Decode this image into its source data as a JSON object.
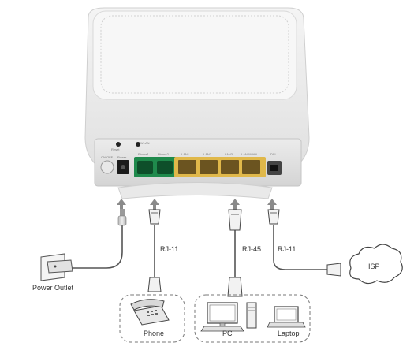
{
  "labels": {
    "power_outlet": "Power Outlet",
    "rj11_phone": "RJ-11",
    "rj45": "RJ-45",
    "rj11_dsl": "RJ-11",
    "isp": "ISP",
    "phone": "Phone",
    "pc": "PC",
    "laptop": "Laptop"
  },
  "router_ports": {
    "phone1": "Phone1",
    "phone2": "Phone2",
    "lan1": "LAN1",
    "lan2": "LAN2",
    "lan3": "LAN3",
    "lan4": "LAN4/WAN",
    "dsl": "DSL",
    "power": "Power",
    "on_off": "ON/OFF",
    "reset": "Reset",
    "wps": "WLAN"
  },
  "colors": {
    "phone_port": "#1f8a4c",
    "lan_port": "#e0b84a",
    "dsl_port": "#444444",
    "cable": "#555555"
  }
}
